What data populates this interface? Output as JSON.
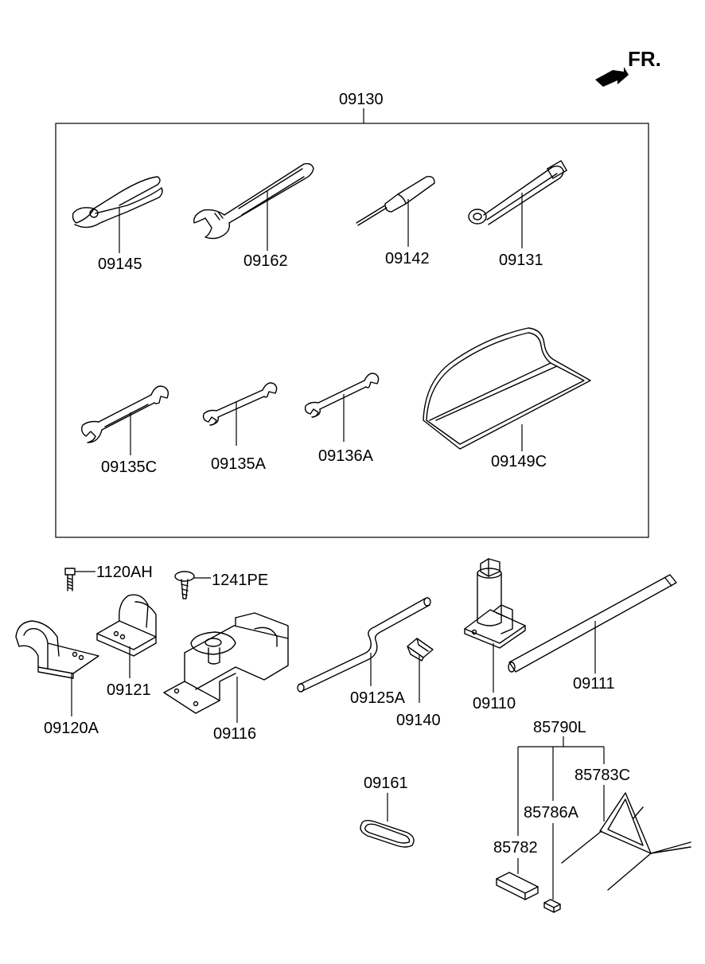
{
  "direction": {
    "label": "FR.",
    "icon": "direction-arrow-icon"
  },
  "kit": {
    "label": "09130"
  },
  "labels": {
    "p09145": "09145",
    "p09162": "09162",
    "p09142": "09142",
    "p09131": "09131",
    "p09135C": "09135C",
    "p09135A": "09135A",
    "p09136A": "09136A",
    "p09149C": "09149C",
    "p1120AH": "1120AH",
    "p1241PE": "1241PE",
    "p09121": "09121",
    "p09120A": "09120A",
    "p09116": "09116",
    "p09125A": "09125A",
    "p09140": "09140",
    "p09110": "09110",
    "p09111": "09111",
    "p85790L": "85790L",
    "p85783C": "85783C",
    "p85786A": "85786A",
    "p85782": "85782",
    "p09161": "09161"
  },
  "icons": {
    "pliers": "pliers-icon",
    "adjustable_wrench": "adjustable-wrench-icon",
    "screwdriver": "screwdriver-icon",
    "socket_wrench": "socket-wrench-icon",
    "spanner_large": "spanner-icon",
    "spanner_medium": "spanner-icon",
    "spanner_small": "spanner-icon",
    "tool_bag": "tool-bag-icon",
    "bolt": "bolt-icon",
    "screw": "screw-icon",
    "clamp": "clamp-icon",
    "bracket": "bracket-icon",
    "jack_bracket": "jack-bracket-icon",
    "handle": "handle-icon",
    "clip": "clip-icon",
    "jack": "jack-icon",
    "rod": "rod-icon",
    "triangle": "warning-triangle-icon",
    "case": "case-icon",
    "block": "block-icon",
    "band": "band-icon"
  }
}
